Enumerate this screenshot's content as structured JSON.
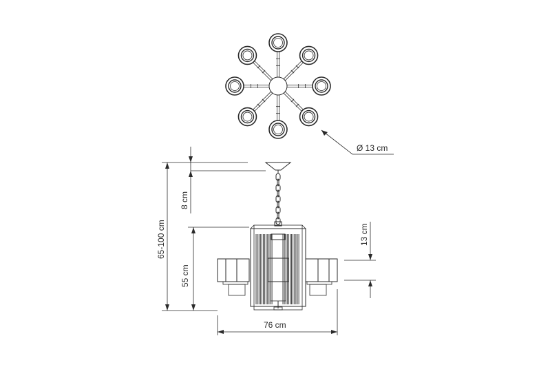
{
  "dimensions": {
    "shade_diameter": "Ø 13 cm",
    "total_height": "65-100 cm",
    "canopy_height": "8 cm",
    "body_height": "55 cm",
    "width": "76 cm",
    "shade_height": "13 cm"
  },
  "top_view": {
    "arm_count": 8
  },
  "colors": {
    "line": "#2a2a2a",
    "background": "#ffffff"
  }
}
